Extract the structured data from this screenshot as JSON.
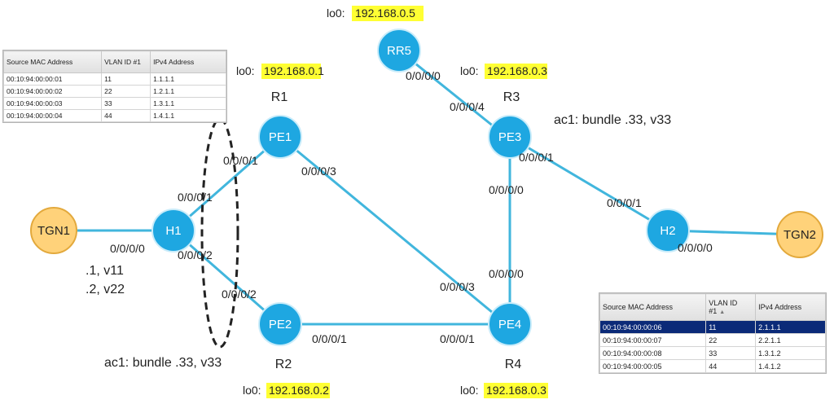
{
  "colors": {
    "node_fill": "#1ea7e1",
    "node_stroke": "#c9ecfa",
    "tgn_fill": "#ffd27a",
    "tgn_stroke": "#e3a93c",
    "link": "#41b6dd",
    "highlight": "#ffff33",
    "annotation": "#e0271b",
    "selected_row": "#0b2a78"
  },
  "nodes": {
    "rr5": "RR5",
    "pe1": "PE1",
    "pe2": "PE2",
    "pe3": "PE3",
    "pe4": "PE4",
    "h1": "H1",
    "h2": "H2",
    "tgn1": "TGN1",
    "tgn2": "TGN2"
  },
  "router_names": {
    "r1": "R1",
    "r2": "R2",
    "r3": "R3",
    "r4": "R4"
  },
  "loopbacks": {
    "prefix": "lo0:",
    "rr5": "192.168.0.5",
    "r1": "192.168.0.1",
    "r3": "192.168.0.3",
    "r2": "192.168.0.2",
    "r4": "192.168.0.3"
  },
  "interfaces": {
    "rr5_out": "0/0/0/0",
    "pe3_to_rr5": "0/0/0/4",
    "pe3_to_h2": "0/0/0/1",
    "pe3_to_pe4": "0/0/0/0",
    "h2_to_pe3": "0/0/0/1",
    "h2_to_tgn2": "0/0/0/0",
    "pe1_to_h1": "0/0/0/1",
    "pe1_to_pe4": "0/0/0/3",
    "h1_to_pe1": "0/0/0/1",
    "h1_to_pe2": "0/0/0/2",
    "h1_to_tgn1": "0/0/0/0",
    "pe2_to_h1": "0/0/0/2",
    "pe2_to_pe4": "0/0/0/1",
    "pe4_to_pe1": "0/0/0/3",
    "pe4_to_pe3": "0/0/0/0",
    "pe4_to_pe2": "0/0/0/1"
  },
  "annotations": {
    "ac1_h2": "ac1: bundle .33, v33",
    "ac1_h1": "ac1: bundle .33, v33",
    "sub1": ".1, v11",
    "sub2": ".2, v22"
  },
  "table_left": {
    "headers": [
      "Source MAC Address",
      "VLAN ID #1",
      "IPv4 Address"
    ],
    "rows": [
      [
        "00:10:94:00:00:01",
        "11",
        "1.1.1.1"
      ],
      [
        "00:10:94:00:00:02",
        "22",
        "1.2.1.1"
      ],
      [
        "00:10:94:00:00:03",
        "33",
        "1.3.1.1"
      ],
      [
        "00:10:94:00:00:04",
        "44",
        "1.4.1.1"
      ]
    ]
  },
  "table_right": {
    "headers": [
      "Source MAC Address",
      "VLAN ID #1",
      "IPv4 Address"
    ],
    "rows": [
      [
        "00:10:94:00:00:06",
        "11",
        "2.1.1.1"
      ],
      [
        "00:10:94:00:00:07",
        "22",
        "2.2.1.1"
      ],
      [
        "00:10:94:00:00:08",
        "33",
        "1.3.1.2"
      ],
      [
        "00:10:94:00:00:05",
        "44",
        "1.4.1.2"
      ]
    ]
  }
}
